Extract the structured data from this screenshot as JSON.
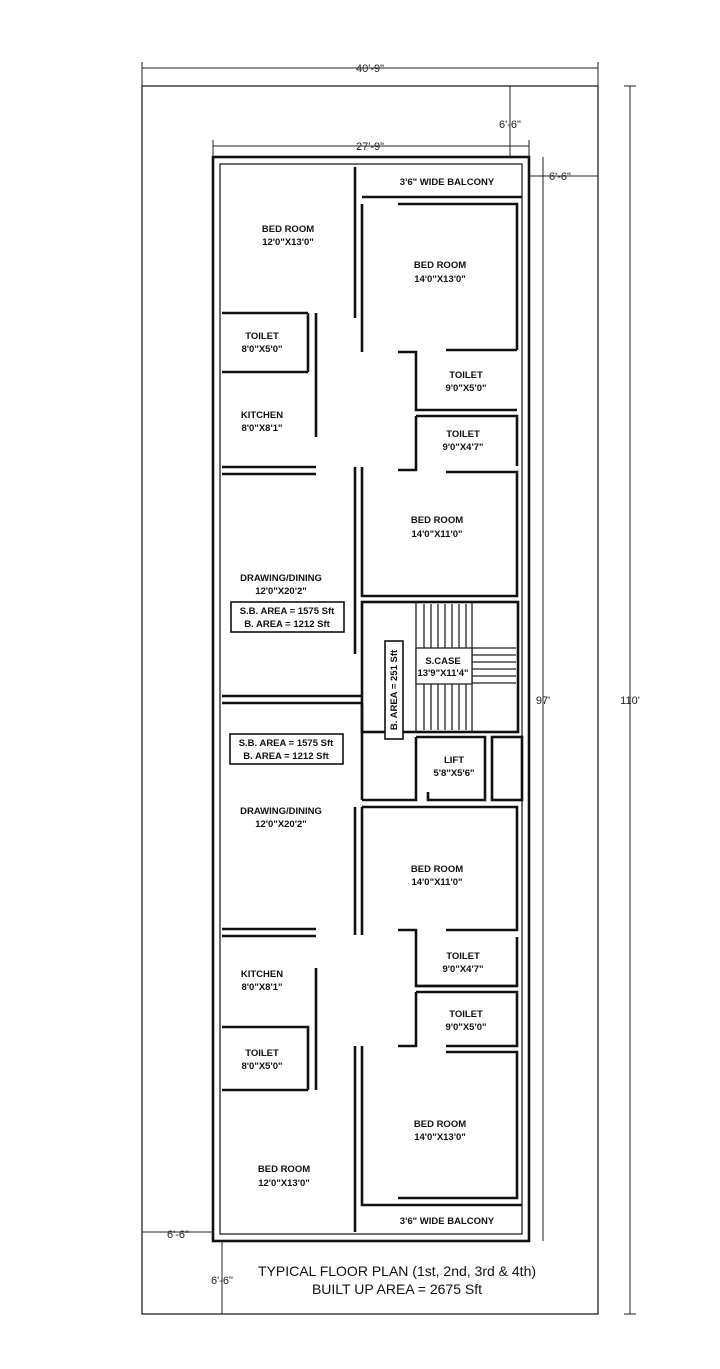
{
  "dimensions": {
    "overall_width": "40'-9\"",
    "inner_width": "27'-9\"",
    "setback_top": "6'-6\"",
    "setback_right": "6'-6\"",
    "setback_left": "6'-6\"",
    "setback_bottom": "6'-6\"",
    "inner_length": "97'",
    "overall_length": "110'"
  },
  "rooms": {
    "balcony_top": "3'6\" WIDE BALCONY",
    "bed1_name": "BED ROOM",
    "bed1_size": "12'0\"X13'0\"",
    "bed2_name": "BED ROOM",
    "bed2_size": "14'0\"X13'0\"",
    "toilet1_name": "TOILET",
    "toilet1_size": "8'0\"X5'0\"",
    "toilet2_name": "TOILET",
    "toilet2_size": "9'0\"X5'0\"",
    "kitchen1_name": "KITCHEN",
    "kitchen1_size": "8'0\"X8'1\"",
    "toilet3_name": "TOILET",
    "toilet3_size": "9'0\"X4'7\"",
    "bed3_name": "BED ROOM",
    "bed3_size": "14'0\"X11'0\"",
    "dining1_name": "DRAWING/DINING",
    "dining1_size": "12'0\"X20'2\"",
    "area1_sb": "S.B. AREA = 1575 Sft",
    "area1_b": "B. AREA = 1212 Sft",
    "stair_area": "B. AREA = 251 Sft",
    "stair_name": "S.CASE",
    "stair_size": "13'9\"X11'4\"",
    "area2_sb": "S.B. AREA = 1575 Sft",
    "area2_b": "B. AREA = 1212 Sft",
    "lift_name": "LIFT",
    "lift_size": "5'8\"X5'6\"",
    "dining2_name": "DRAWING/DINING",
    "dining2_size": "12'0\"X20'2\"",
    "bed4_name": "BED ROOM",
    "bed4_size": "14'0\"X11'0\"",
    "toilet4_name": "TOILET",
    "toilet4_size": "9'0\"X4'7\"",
    "kitchen2_name": "KITCHEN",
    "kitchen2_size": "8'0\"X8'1\"",
    "toilet5_name": "TOILET",
    "toilet5_size": "9'0\"X5'0\"",
    "toilet6_name": "TOILET",
    "toilet6_size": "8'0\"X5'0\"",
    "bed5_name": "BED ROOM",
    "bed5_size": "14'0\"X13'0\"",
    "bed6_name": "BED ROOM",
    "bed6_size": "12'0\"X13'0\"",
    "balcony_bottom": "3'6\" WIDE BALCONY"
  },
  "caption": {
    "line1": "TYPICAL FLOOR PLAN (1st, 2nd, 3rd & 4th)",
    "line2": "BUILT UP AREA = 2675 Sft"
  }
}
